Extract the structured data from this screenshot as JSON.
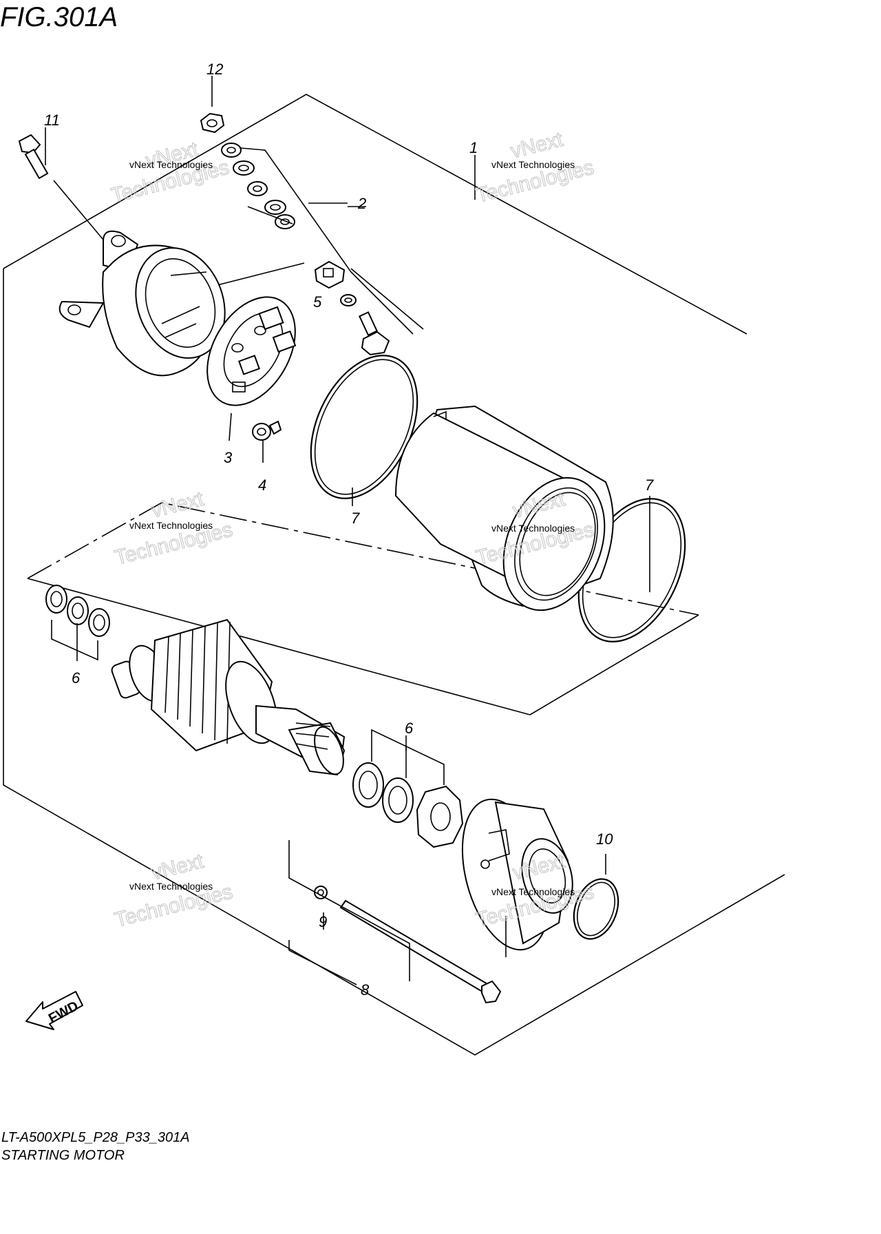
{
  "figure": {
    "title": "FIG.301A",
    "model_code": "LT-A500XPL5_P28_P33_301A",
    "subtitle": "STARTING MOTOR"
  },
  "callouts": [
    "1",
    "2",
    "3",
    "4",
    "5",
    "6",
    "7",
    "8",
    "9",
    "10",
    "11",
    "12"
  ],
  "watermark": {
    "small_text": "vNext Technologies",
    "large_text": "Technologies",
    "small_arc": "vNext"
  },
  "fwd_label": "FWD"
}
